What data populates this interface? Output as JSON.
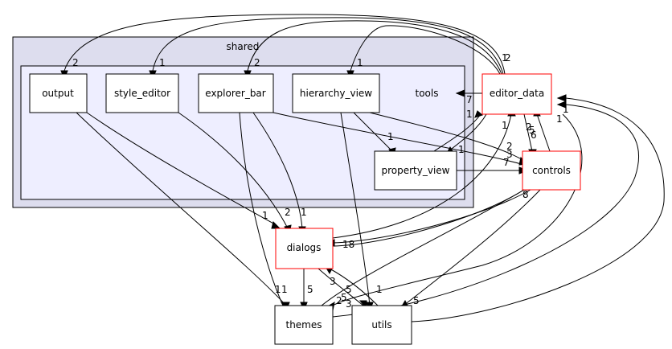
{
  "clusters": {
    "shared": "shared",
    "tools": "tools"
  },
  "nodes": {
    "output": "output",
    "style_editor": "style_editor",
    "explorer_bar": "explorer_bar",
    "hierarchy_view": "hierarchy_view",
    "property_view": "property_view",
    "editor_data": "editor_data",
    "controls": "controls",
    "dialogs": "dialogs",
    "themes": "themes",
    "utils": "utils"
  },
  "edge_labels": {
    "ed_output": "2",
    "ed_style_editor": "1",
    "ed_explorer_bar": "2",
    "ed_hierarchy_view": "1",
    "ed_top_a": "1",
    "ed_top_b": "2",
    "ed_tools": "7",
    "ed_property_view": "1",
    "pv_editor_data": "1",
    "hv_property_view": "1",
    "ed_controls_a": "2",
    "ed_controls_b": "5",
    "controls_ed": "6",
    "dlg_editor_data": "1",
    "hv_controls": "2",
    "eb_controls": "3",
    "pv_controls": "7",
    "controls_dialogs": "8",
    "output_dialogs": "1",
    "se_dialogs": "2",
    "eb_dialogs": "1",
    "dialogs_in": "18",
    "themes_a": "1",
    "themes_b": "1",
    "dialogs_themes": "5",
    "dialogs_utils": "3",
    "utils_dialogs_a": "5",
    "utils_dialogs_b": "3",
    "themes_c": "2",
    "themes_d": "5",
    "utils_hv": "1",
    "utils_controls": "5",
    "ed_r1": "1",
    "ed_r2": "1"
  },
  "colors": {
    "cluster_outer_fill": "#ddddee",
    "cluster_inner_fill": "#eeeeff",
    "cluster_stroke": "#000000",
    "node_fill": "#ffffff",
    "node_stroke": "#000000",
    "node_stroke_external": "#ff0000"
  }
}
